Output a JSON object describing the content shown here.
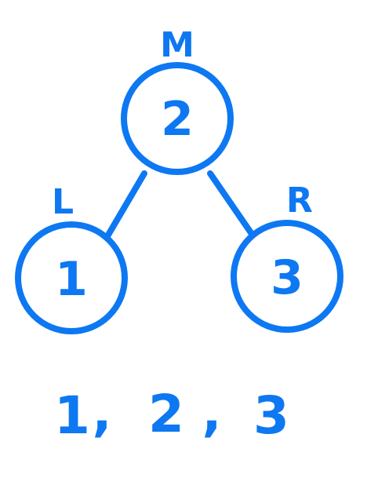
{
  "colors": {
    "ink": "#0d78f2",
    "background": "#ffffff"
  },
  "tree": {
    "root": {
      "value": "2",
      "label": "M"
    },
    "left": {
      "value": "1",
      "label": "L"
    },
    "right": {
      "value": "3",
      "label": "R"
    }
  },
  "traversal": {
    "items": [
      "1",
      "2",
      "3"
    ],
    "separator": ","
  }
}
